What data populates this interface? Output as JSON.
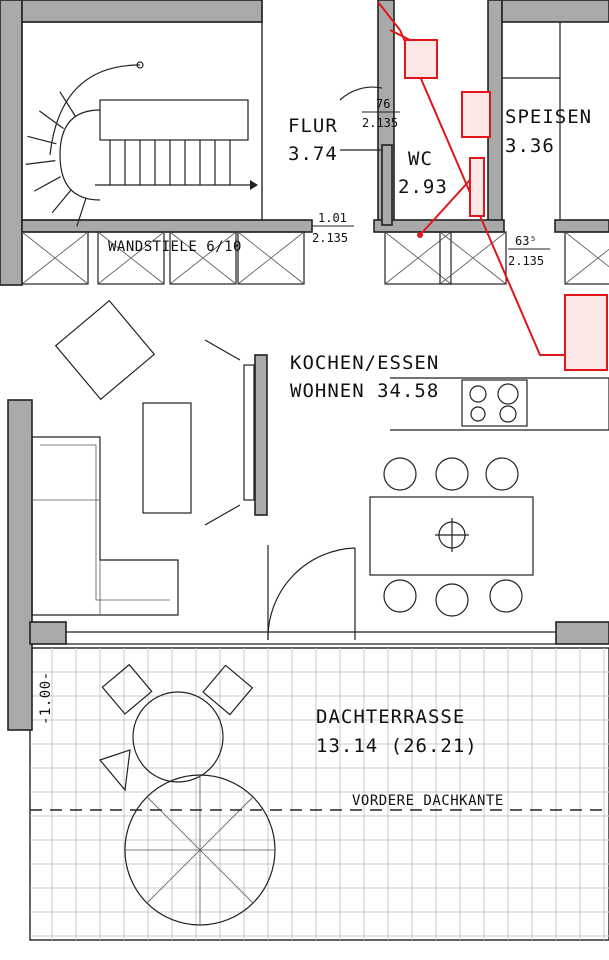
{
  "rooms": {
    "flur": {
      "name": "FLUR",
      "area": "3.74"
    },
    "wc": {
      "name": "WC",
      "area": "2.93"
    },
    "speisen": {
      "name": "SPEISEN",
      "area": "3.36"
    },
    "kochen": {
      "name": "KOCHEN/ESSEN",
      "area_line": "WOHNEN 34.58"
    },
    "terrasse": {
      "name": "DACHTERRASSE",
      "area": "13.14 (26.21)"
    }
  },
  "annotations": {
    "wandstiele": "WANDSTIELE 6/10",
    "dachkante": "VORDERE DACHKANTE",
    "level": "-1.00-"
  },
  "dimensions": {
    "door_flur": {
      "w": "76",
      "h": "2.135"
    },
    "door_main": {
      "w": "1.01",
      "h": "2.135"
    },
    "door_speisen": {
      "w": "63⁵",
      "h": "2.135"
    }
  },
  "colors": {
    "installation": "#e0161b",
    "wall": "#a9a9a9"
  }
}
